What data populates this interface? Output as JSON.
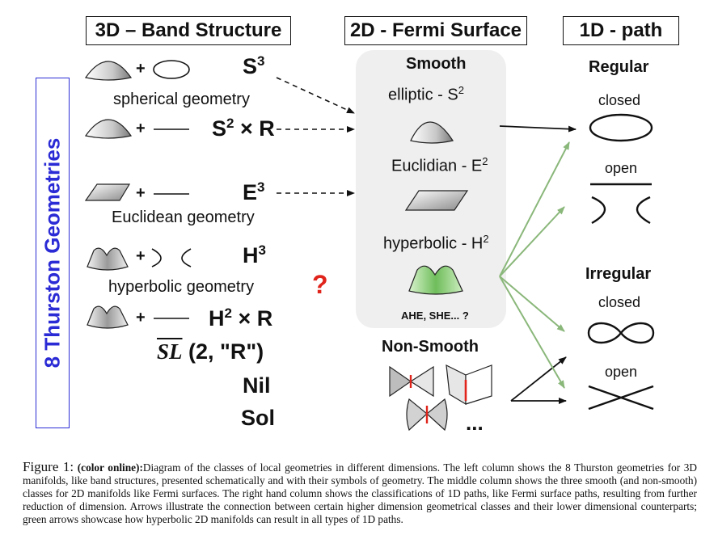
{
  "headers": {
    "col3d": "3D – Band Structure",
    "col2d": "2D -  Fermi Surface",
    "col1d": "1D - path"
  },
  "left_panel": {
    "vertical_title": "8 Thurston Geometries",
    "symbols": {
      "s3": "S",
      "s3_sup": "3",
      "s2r": "S",
      "s2r_sup": "2",
      "s2r_rest": " × R",
      "e3": "E",
      "e3_sup": "3",
      "h3": "H",
      "h3_sup": "3",
      "h2r": "H",
      "h2r_sup": "2",
      "h2r_rest": " × R",
      "sl2r_a": "SL",
      "sl2r_b": " (2, \"R\")",
      "nil": "Nil",
      "sol": "Sol"
    },
    "plus": "+",
    "labels": {
      "spherical": "spherical geometry",
      "euclidean": "Euclidean geometry",
      "hyperbolic": "hyperbolic geometry"
    },
    "question": "?"
  },
  "middle_panel": {
    "smooth": "Smooth",
    "elliptic": "elliptic - S",
    "elliptic_sup": "2",
    "euclidian": "Euclidian - E",
    "euclidian_sup": "2",
    "hyperbolic": "hyperbolic - H",
    "hyperbolic_sup": "2",
    "ahe": "AHE, SHE... ?",
    "non_smooth": "Non-Smooth",
    "ellipsis": "..."
  },
  "right_panel": {
    "regular": "Regular",
    "closed1": "closed",
    "open1": "open",
    "irregular": "Irregular",
    "closed2": "closed",
    "open2": "open"
  },
  "caption": {
    "figure": "Figure 1:",
    "color_online": "(color online):",
    "text": "Diagram of the classes of local geometries in different dimensions. The left column shows the 8 Thurston geometries for 3D manifolds, like band structures, presented schematically and with their symbols of geometry. The middle column shows the three smooth (and non-smooth) classes for 2D manifolds like Fermi surfaces. The right hand column shows the classifications of 1D paths, like Fermi surface paths, resulting from further reduction of dimension. Arrows illustrate the connection between certain higher dimension geometrical classes and their lower dimensional counterparts; green arrows showcase how hyperbolic 2D manifolds can result in all types of 1D paths."
  },
  "colors": {
    "green_arrow": "#8ab77a",
    "red_question": "#e0241b",
    "blue_frame": "#2b2bd6",
    "smooth_panel": "#efefef"
  }
}
